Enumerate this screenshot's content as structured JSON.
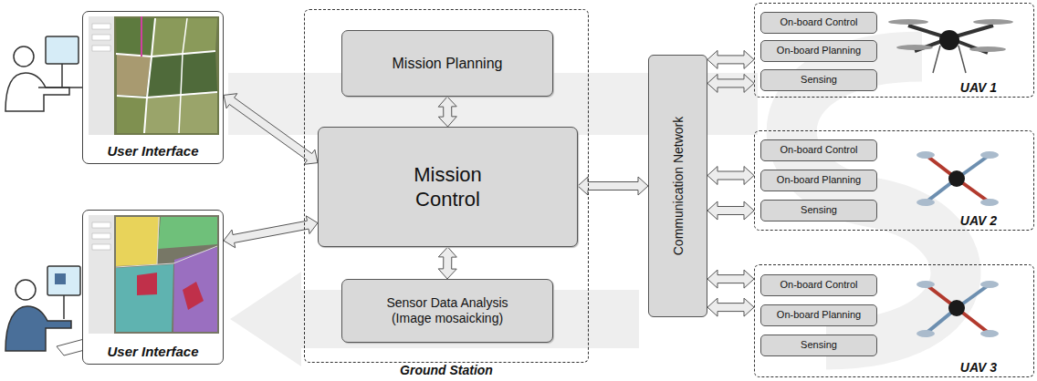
{
  "diagram": {
    "nodes": [
      {
        "text": [
          "User Interface"
        ]
      },
      {
        "text": [
          "User Interface"
        ]
      },
      {
        "text": [
          "Ground Station"
        ]
      },
      {
        "text": [
          "Mission Planning"
        ],
        "in": 2
      },
      {
        "text": [
          "Mission Control"
        ],
        "in": 2
      },
      {
        "text": [
          "Sensor Data Analysis (Image mosaicking)"
        ],
        "in": 2
      },
      {
        "text": [
          "Communication Network"
        ]
      },
      {
        "text": [
          "UAV 1"
        ]
      },
      {
        "text": [
          "On-board Control"
        ],
        "in": 7
      },
      {
        "text": [
          "On-board Planning"
        ],
        "in": 7
      },
      {
        "text": [
          "Sensing"
        ],
        "in": 7
      },
      {
        "text": [
          "UAV 2"
        ]
      },
      {
        "text": [
          "On-board Control"
        ],
        "in": 11
      },
      {
        "text": [
          "On-board Planning"
        ],
        "in": 11
      },
      {
        "text": [
          "Sensing"
        ],
        "in": 11
      },
      {
        "text": [
          "UAV 3"
        ]
      },
      {
        "text": [
          "On-board Control"
        ],
        "in": 15
      },
      {
        "text": [
          "On-board Planning"
        ],
        "in": 15
      },
      {
        "text": [
          "Sensing"
        ],
        "in": 15
      }
    ],
    "edges": [
      {
        "from": 0,
        "to": 4,
        "arrow": "both"
      },
      {
        "from": 1,
        "to": 4,
        "arrow": "both"
      },
      {
        "from": 3,
        "to": 4,
        "arrow": "both"
      },
      {
        "from": 4,
        "to": 5,
        "arrow": "both"
      },
      {
        "from": 4,
        "to": 6,
        "arrow": "both"
      },
      {
        "from": 6,
        "to": 7,
        "arrow": "both"
      },
      {
        "from": 6,
        "to": 7,
        "arrow": "both"
      },
      {
        "from": 6,
        "to": 11,
        "arrow": "both"
      },
      {
        "from": 6,
        "to": 11,
        "arrow": "both"
      },
      {
        "from": 6,
        "to": 15,
        "arrow": "both"
      },
      {
        "from": 6,
        "to": 15,
        "arrow": "both"
      }
    ]
  }
}
